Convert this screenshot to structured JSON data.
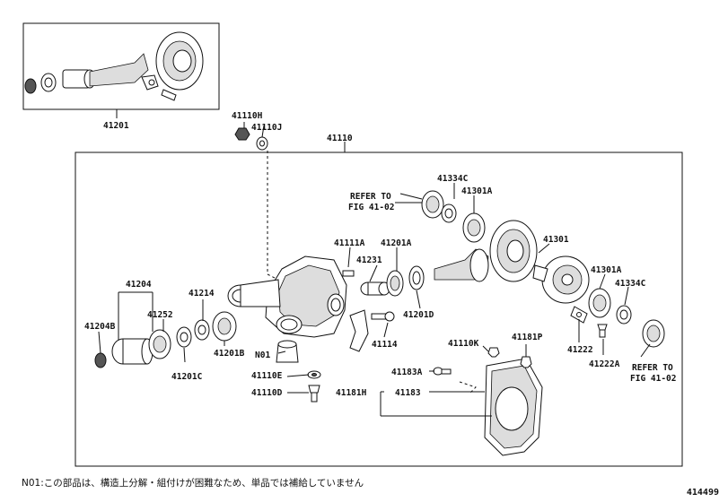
{
  "labels": {
    "p41201_top": "41201",
    "p41110H": "41110H",
    "p41110J": "41110J",
    "p41110": "41110",
    "p41334C_top": "41334C",
    "p41301A_top": "41301A",
    "refer_top_1": "REFER TO",
    "refer_top_2": "FIG 41-02",
    "p41111A": "41111A",
    "p41201A": "41201A",
    "p41231": "41231",
    "p41301": "41301",
    "p41301A_bot": "41301A",
    "p41334C_bot": "41334C",
    "p41204": "41204",
    "p41214": "41214",
    "p41252": "41252",
    "p41204B": "41204B",
    "p41201B": "41201B",
    "p41201C": "41201C",
    "p41201D": "41201D",
    "p41114": "41114",
    "pN01": "N01",
    "p41110E": "41110E",
    "p41110D": "41110D",
    "p41110K": "41110K",
    "p41181P": "41181P",
    "p41222": "41222",
    "p41222A": "41222A",
    "refer_bot_1": "REFER TO",
    "refer_bot_2": "FIG 41-02",
    "p41183A": "41183A",
    "p41181H": "41181H",
    "p41183": "41183"
  },
  "footnote": "N01:この部品は、構造上分解・組付けが困難なため、単品では補給していません",
  "figure_id": "414499"
}
